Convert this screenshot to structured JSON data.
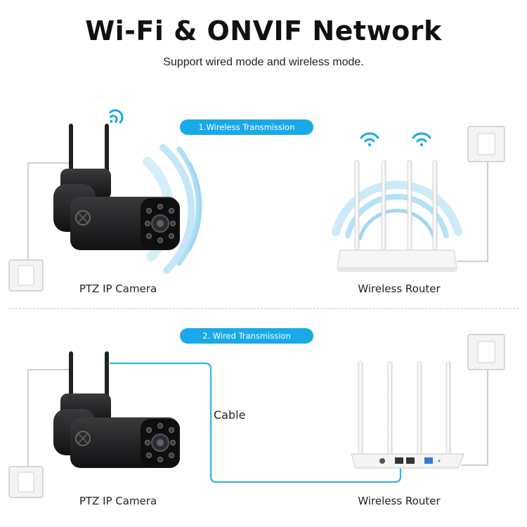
{
  "header": {
    "title": "Wi-Fi & ONVIF Network",
    "subtitle": "Support wired mode and wireless mode."
  },
  "sections": [
    {
      "pill": "1.Wireless Transmission",
      "camera_label": "PTZ IP Camera",
      "router_label": "Wireless Router"
    },
    {
      "pill": "2. Wired Transmission",
      "cable_label": "Cable",
      "camera_label": "PTZ IP Camera",
      "router_label": "Wireless Router"
    }
  ],
  "icons": [
    "wifi-icon",
    "power-outlet-icon",
    "camera-icon",
    "router-icon"
  ],
  "colors": {
    "accent": "#1aa9e8",
    "cable": "#35b4e6",
    "camera": "#1b1b1d",
    "router": "#f3f3f3"
  }
}
